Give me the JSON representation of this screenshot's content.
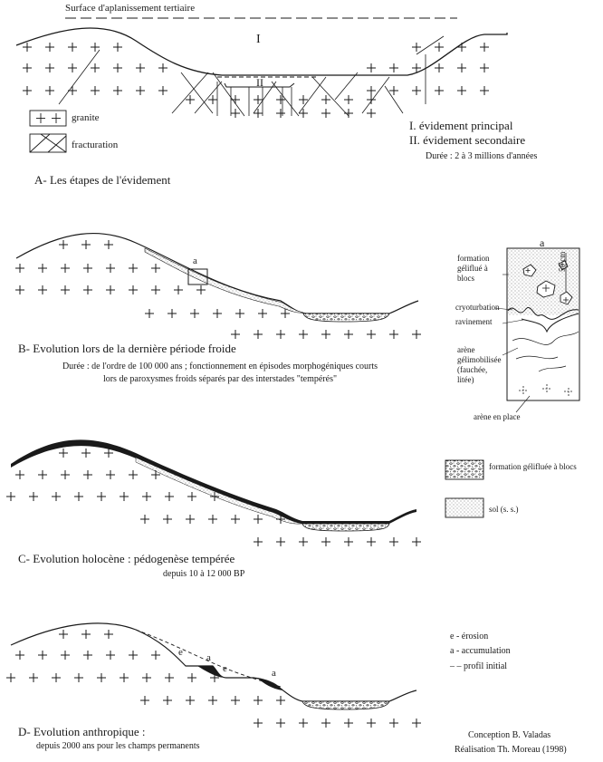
{
  "colors": {
    "ink": "#1a1a1a",
    "paper": "#ffffff",
    "gray": "#777777"
  },
  "panel_a": {
    "surface_label": "Surface d'aplanissement tertiaire",
    "roman_one": "I",
    "roman_two": "II",
    "legend_granite": "granite",
    "legend_fracturation": "fracturation",
    "def_one": "I. évidement principal",
    "def_two": "II. évidement secondaire",
    "duration": "Durée : 2 à 3 millions d'années",
    "title": "A- Les étapes de l'évidement"
  },
  "panel_b": {
    "marker": "a",
    "title": "B- Evolution lors de la dernière période froide",
    "desc_line1": "Durée : de l'ordre de 100 000 ans ; fonctionnement en épisodes morphogéniques courts",
    "desc_line2": "lors de paroxysmes froids séparés par des interstades \"tempérés\""
  },
  "inset": {
    "title": "a",
    "scale": "50 cm",
    "formation": "formation géliflué à blocs",
    "cryoturbation": "cryoturbation",
    "ravinement": "ravinement",
    "arene_gelimobilisee": "arène gélimobilisée (fauchée, litée)",
    "arene_en_place": "arène en place"
  },
  "legend_c": {
    "formation": "formation gélifluée à blocs",
    "sol": "sol (s. s.)"
  },
  "panel_c": {
    "title": "C- Evolution holocène : pédogenèse tempérée",
    "subtitle": "depuis 10 à 12 000 BP"
  },
  "legend_d": {
    "erosion": "e - érosion",
    "accumulation": "a - accumulation",
    "profil": "– –   profil initial"
  },
  "panel_d": {
    "marker_e": "e",
    "marker_a": "a",
    "title": "D- Evolution anthropique :",
    "subtitle": "depuis 2000 ans pour les champs permanents"
  },
  "credits": {
    "conception": "Conception  B. Valadas",
    "realisation": "Réalisation Th. Moreau (1998)"
  }
}
